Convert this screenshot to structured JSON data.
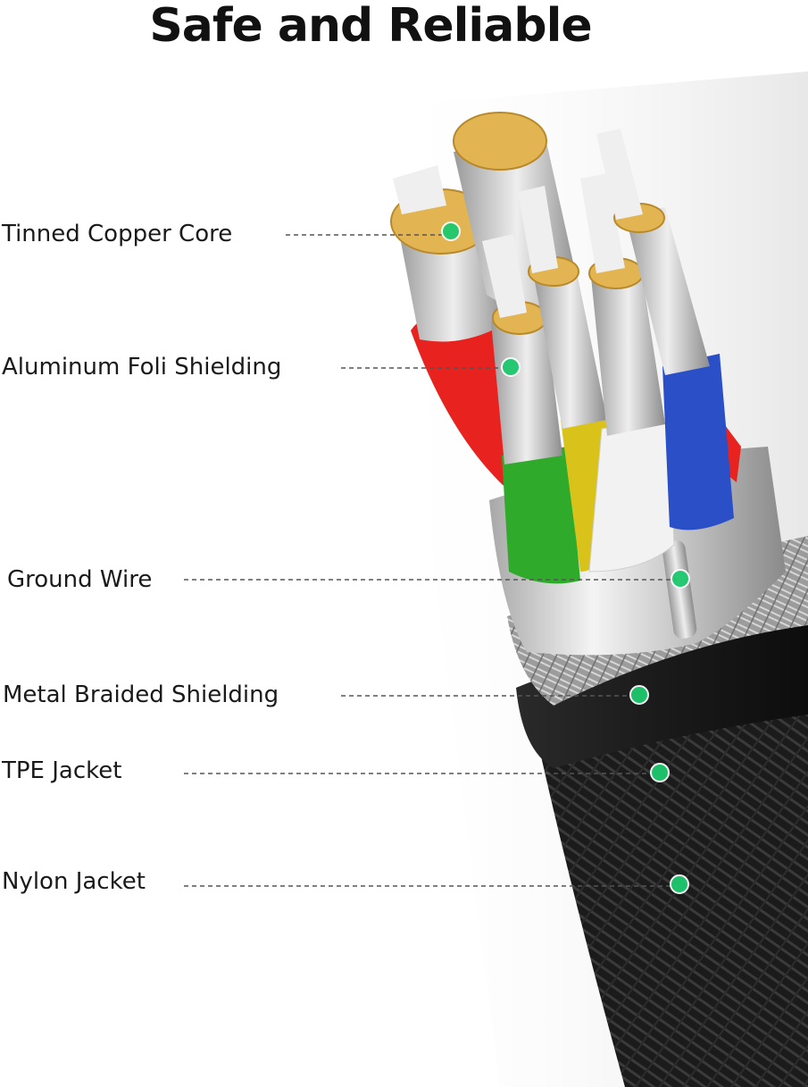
{
  "title": "Safe and Reliable",
  "colors": {
    "marker": "#1ec86e",
    "leader_line": "#555555",
    "jacket": "#1c1c1c",
    "wire_red": "#e8221f",
    "wire_green": "#2faa2a",
    "wire_yellow": "#d9c21a",
    "wire_white": "#f2f2f2",
    "wire_blue": "#2a4fc7",
    "copper": "#e2b552",
    "foil": "#c9c9c9"
  },
  "layers": [
    {
      "id": "tinned-copper-core",
      "label": "Tinned Copper Core"
    },
    {
      "id": "aluminum-foil-shielding",
      "label": "Aluminum Foli Shielding"
    },
    {
      "id": "ground-wire",
      "label": "Ground Wire"
    },
    {
      "id": "metal-braided-shielding",
      "label": "Metal Braided Shielding"
    },
    {
      "id": "tpe-jacket",
      "label": "TPE Jacket"
    },
    {
      "id": "nylon-jacket",
      "label": "Nylon Jacket"
    }
  ]
}
